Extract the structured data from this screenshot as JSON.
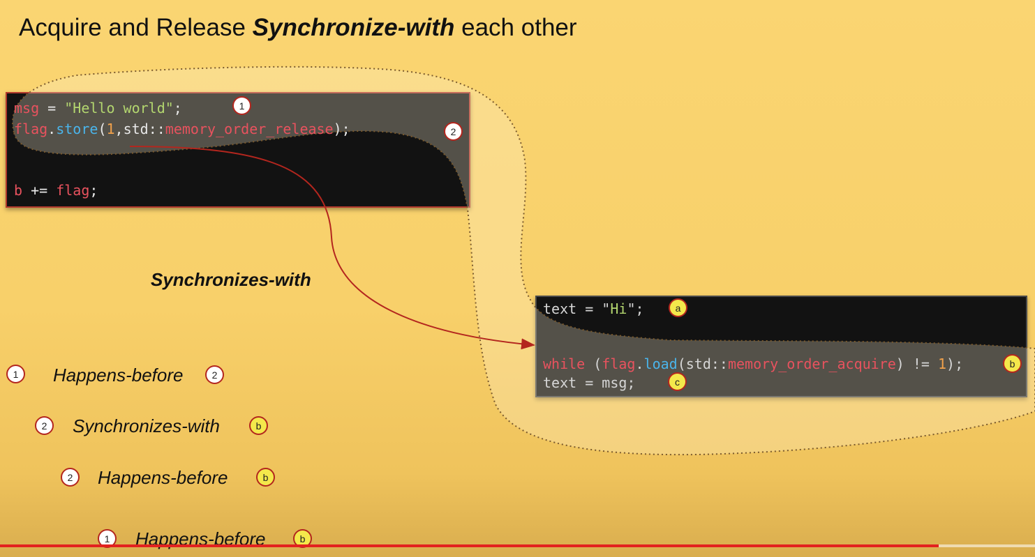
{
  "slide": {
    "title_prefix": "Acquire and Release ",
    "title_emph": "Synchronize-with",
    "title_suffix": " each other"
  },
  "code_block_1": {
    "line1": {
      "var": "msg",
      "op": " = ",
      "str": "\"Hello world\"",
      "end": ";"
    },
    "line2": {
      "obj": "flag",
      "dot": ".",
      "fn": "store",
      "open": "(",
      "num": "1",
      "comma": ",std::",
      "enum": "memory_order_release",
      "end": ");"
    },
    "line3": {
      "var": "b",
      "op": " += ",
      "obj": "flag",
      "end": ";"
    }
  },
  "code_block_2": {
    "line1": {
      "var": "text",
      "op": " = ",
      "str_q1": "\"",
      "str": "Hi",
      "str_q2": "\"",
      "end": ";"
    },
    "line2": {
      "kw": "while",
      "open": " (",
      "obj": "flag",
      "dot": ".",
      "fn": "load",
      "args": "(std::",
      "enum": "memory_order_acquire",
      "cmp": ") != ",
      "num": "1",
      "end": ");"
    },
    "line3": {
      "text": "text = msg;"
    }
  },
  "badges": {
    "one": "1",
    "two": "2",
    "a": "a",
    "b": "b",
    "c": "c"
  },
  "arrow_label": "Synchronizes-with",
  "relations": [
    {
      "left": "1",
      "text": "Happens-before",
      "right": "2"
    },
    {
      "left": "2",
      "text": "Synchronizes-with",
      "right": "b"
    },
    {
      "left": "2",
      "text": "Happens-before",
      "right": "b"
    },
    {
      "left": "1",
      "text": "Happens-before",
      "right": "b"
    }
  ],
  "video": {
    "progress_fraction": 0.907
  },
  "colors": {
    "background": "#fad572",
    "code_bg": "#121212",
    "accent_red": "#b3261e",
    "keyword_red": "#e8525e",
    "function_blue": "#4ab4ea",
    "string_green": "#b3d66f",
    "number_orange": "#f2a24a"
  }
}
